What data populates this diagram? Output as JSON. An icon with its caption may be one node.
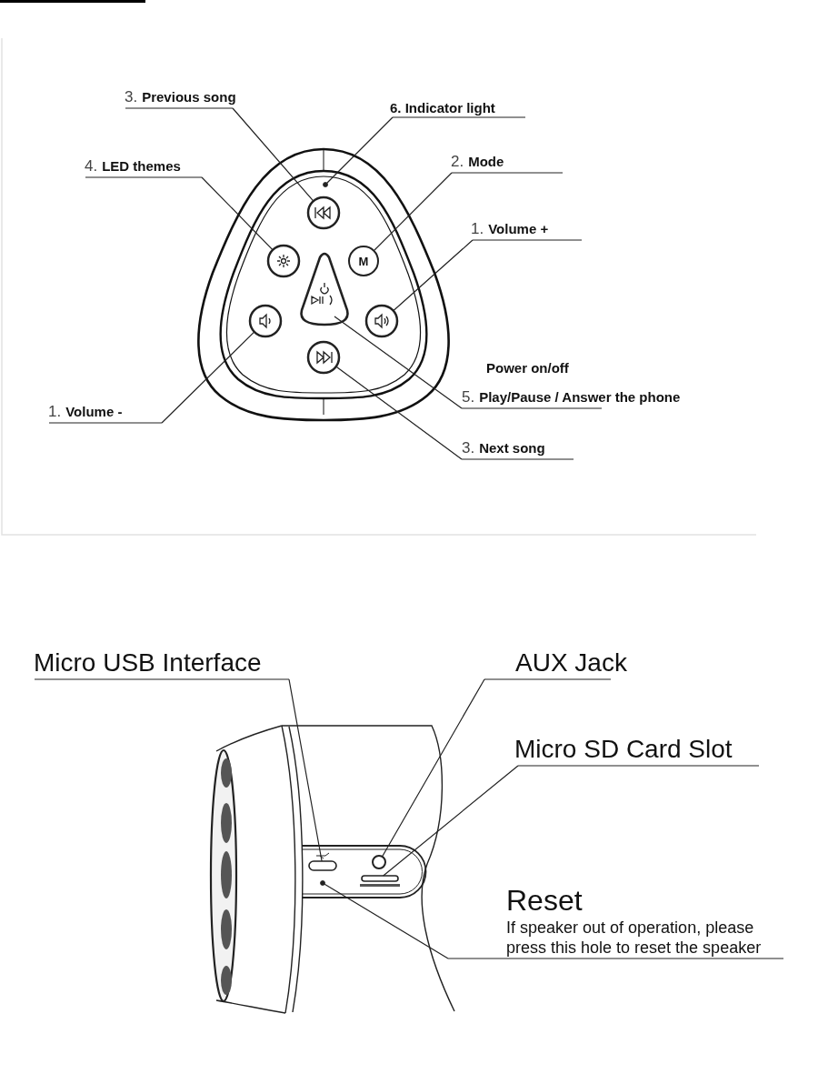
{
  "diagram": {
    "nodes": [
      {
        "text": [
          "3.",
          "Previous song"
        ]
      },
      {
        "text": [
          "6. Indicator light"
        ]
      },
      {
        "text": [
          "4.",
          "LED themes"
        ]
      },
      {
        "text": [
          "2.",
          "Mode"
        ]
      },
      {
        "text": [
          "1.",
          "Volume +"
        ]
      },
      {
        "text": [
          "5.",
          "Play/Pause / Answer the phone"
        ],
        "beside": [
          "Power on/off"
        ]
      },
      {
        "text": [
          "1.",
          "Volume -"
        ]
      },
      {
        "text": [
          "3.",
          "Next song"
        ]
      },
      {
        "text": [],
        "shape": "circle"
      },
      {
        "text": [],
        "shape": "circle"
      },
      {
        "text": [],
        "shape": "circle"
      },
      {
        "text": [
          "M"
        ]
      },
      {
        "text": [],
        "shape": "circle"
      },
      {
        "text": [],
        "shape": "triangle"
      },
      {
        "text": [],
        "shape": "circle"
      },
      {
        "text": [],
        "shape": "circle"
      },
      {
        "text": [
          "Micro USB Interface"
        ]
      },
      {
        "text": [
          "AUX Jack"
        ]
      },
      {
        "text": [
          "Micro SD Card Slot"
        ]
      },
      {
        "text": [
          "Reset",
          "If speaker out of operation, please press this hole to reset the speaker"
        ]
      },
      {
        "text": [],
        "shape": "box"
      },
      {
        "text": [],
        "shape": "circle"
      },
      {
        "text": [],
        "shape": "box"
      },
      {
        "text": [],
        "shape": "circle"
      }
    ],
    "edges": [
      {
        "from": 0,
        "to": 8,
        "arrow": "none"
      },
      {
        "from": 1,
        "to": 9,
        "arrow": "none"
      },
      {
        "from": 2,
        "to": 10,
        "arrow": "none"
      },
      {
        "from": 3,
        "to": 11,
        "arrow": "none"
      },
      {
        "from": 4,
        "to": 12,
        "arrow": "none"
      },
      {
        "from": 5,
        "to": 13,
        "arrow": "none"
      },
      {
        "from": 6,
        "to": 14,
        "arrow": "none"
      },
      {
        "from": 7,
        "to": 15,
        "arrow": "none"
      },
      {
        "from": 16,
        "to": 20,
        "arrow": "none"
      },
      {
        "from": 17,
        "to": 21,
        "arrow": "none"
      },
      {
        "from": 18,
        "to": 22,
        "arrow": "none"
      },
      {
        "from": 19,
        "to": 23,
        "arrow": "none"
      }
    ]
  }
}
